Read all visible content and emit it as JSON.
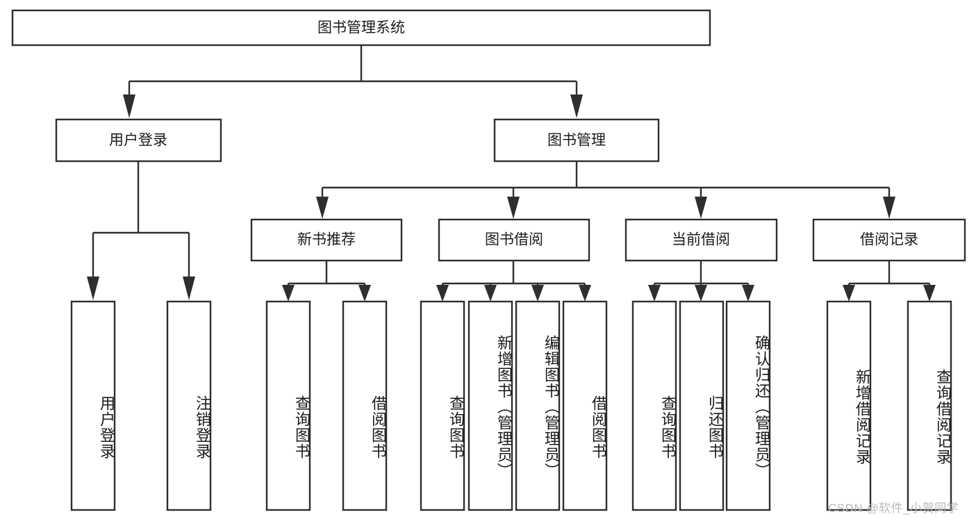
{
  "diagram": {
    "title": "图书管理系统",
    "type": "tree-hierarchy-chart",
    "orientation": "top-down",
    "colors": {
      "box_fill": "#ffffff",
      "box_stroke": "#2e2e2e",
      "connector": "#2e2e2e",
      "text": "#1b1b1b",
      "watermark": "#b9b9b9",
      "background": "#ffffff"
    },
    "root": {
      "label": "图书管理系统"
    },
    "level2": [
      {
        "label": "用户登录"
      },
      {
        "label": "图书管理"
      }
    ],
    "level3": [
      {
        "label": "新书推荐"
      },
      {
        "label": "图书借阅"
      },
      {
        "label": "当前借阅"
      },
      {
        "label": "借阅记录"
      }
    ],
    "leaves": {
      "user_login": [
        {
          "label": "用户登录"
        },
        {
          "label": "注销登录"
        }
      ],
      "new_book_recommend": [
        {
          "label": "查询图书"
        },
        {
          "label": "借阅图书"
        }
      ],
      "book_borrow": [
        {
          "label": "查询图书"
        },
        {
          "label": "新增图书（管理员）"
        },
        {
          "label": "编辑图书（管理员）"
        },
        {
          "label": "借阅图书"
        }
      ],
      "current_borrow": [
        {
          "label": "查询图书"
        },
        {
          "label": "归还图书"
        },
        {
          "label": "确认归还（管理员）"
        }
      ],
      "borrow_record": [
        {
          "label": "新增借阅记录"
        },
        {
          "label": "查询借阅记录"
        }
      ]
    },
    "watermark": "CSDN @软件_小贺同学"
  }
}
